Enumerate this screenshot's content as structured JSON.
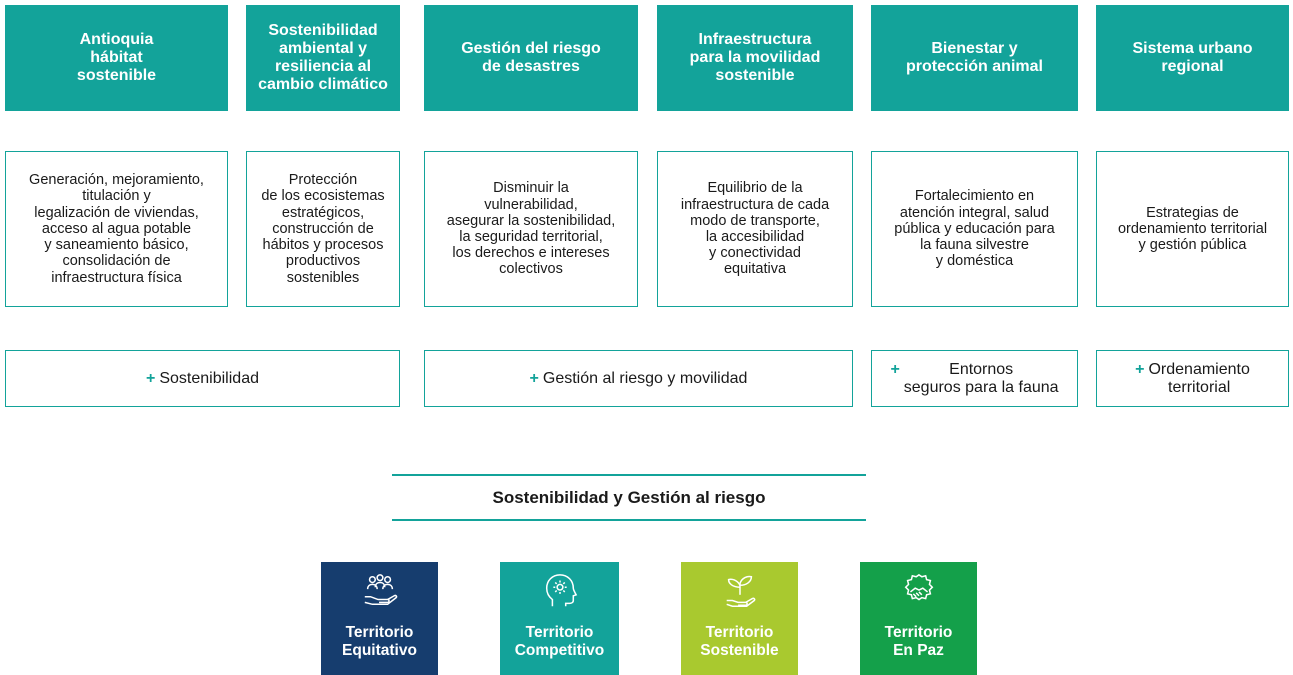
{
  "headers": [
    "Antioquia\nhábitat\nsostenible",
    "Sostenibilidad\nambiental y\nresiliencia al\ncambio climático",
    "Gestión del riesgo\nde desastres",
    "Infraestructura\npara la movilidad\nsostenible",
    "Bienestar y\nprotección animal",
    "Sistema urbano\nregional"
  ],
  "descriptions": [
    "Generación, mejoramiento,\ntitulación y\nlegalización de viviendas,\nacceso al agua potable\ny saneamiento básico,\nconsolidación de\ninfraestructura física",
    "Protección\nde los ecosistemas\nestratégicos,\nconstrucción de\nhábitos y procesos\nproductivos\nsostenibles",
    "Disminuir la\nvulnerabilidad,\nasegurar la sostenibilidad,\nla seguridad territorial,\nlos derechos e intereses\ncolectivos",
    "Equilibrio de la\ninfraestructura de cada\nmodo de transporte,\nla accesibilidad\ny conectividad\nequitativa",
    "Fortalecimiento en\natención integral, salud\npública y educación para\nla fauna silvestre\ny doméstica",
    "Estrategias de\nordenamiento territorial\ny gestión pública"
  ],
  "outcomes": [
    {
      "plus": "+",
      "label": "Sostenibilidad"
    },
    {
      "plus": "+",
      "label": "Gestión al riesgo y movilidad"
    },
    {
      "plus": "+",
      "label": "Entornos\nseguros para la fauna"
    },
    {
      "plus": "+",
      "label": "Ordenamiento\nterritorial"
    }
  ],
  "banner": "Sostenibilidad y Gestión al riesgo",
  "tiles": [
    {
      "label": "Territorio\nEquitativo",
      "icon": "people-hand-icon",
      "color": "#163d6e"
    },
    {
      "label": "Territorio\nCompetitivo",
      "icon": "head-gear-icon",
      "color": "#13a39a"
    },
    {
      "label": "Territorio\nSostenible",
      "icon": "plant-hand-icon",
      "color": "#a9c92f"
    },
    {
      "label": "Territorio\nEn Paz",
      "icon": "handshake-icon",
      "color": "#14a04a"
    }
  ],
  "colors": {
    "teal": "#13a39a",
    "navy": "#163d6e",
    "lime": "#a9c92f",
    "green": "#14a04a"
  }
}
